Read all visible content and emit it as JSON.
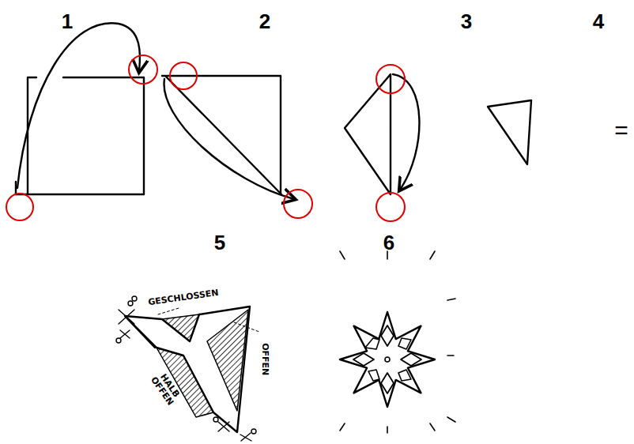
{
  "diagram": {
    "labels": [
      "1",
      "2",
      "3",
      "4",
      "5",
      "6",
      "GESCHLOSSEN",
      "HALB OFFEN",
      "OFFEN",
      "="
    ]
  }
}
